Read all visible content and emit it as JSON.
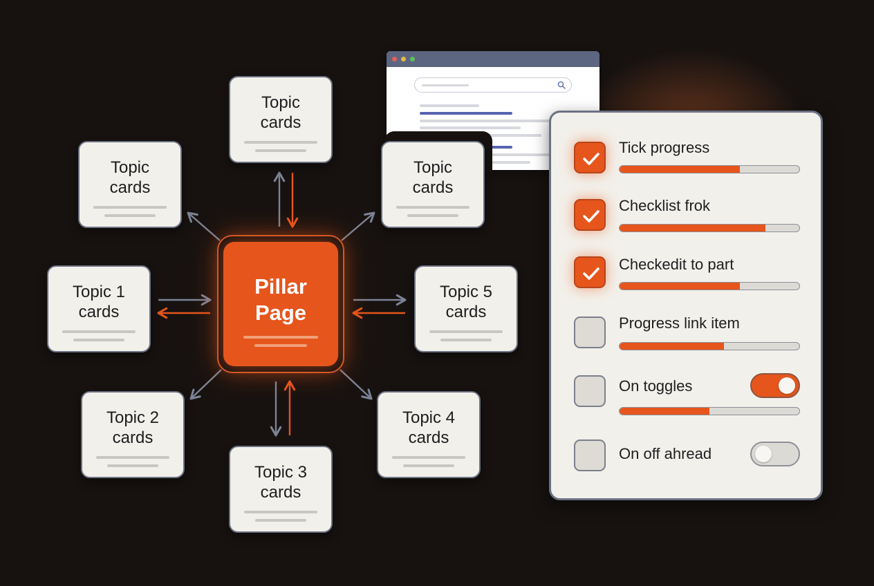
{
  "pillar": {
    "title": "Pillar\nPage"
  },
  "cards": [
    {
      "id": "top",
      "title": "Topic\ncards"
    },
    {
      "id": "top-left",
      "title": "Topic\ncards"
    },
    {
      "id": "top-right",
      "title": "Topic\ncards"
    },
    {
      "id": "topic-1",
      "title": "Topic 1\ncards"
    },
    {
      "id": "topic-5",
      "title": "Topic 5\ncards"
    },
    {
      "id": "topic-2",
      "title": "Topic 2\ncards"
    },
    {
      "id": "topic-4",
      "title": "Topic 4\ncards"
    },
    {
      "id": "topic-3",
      "title": "Topic 3\ncards"
    }
  ],
  "checklist": {
    "items": [
      {
        "label": "Tick progress",
        "checked": true,
        "progress": 0.67
      },
      {
        "label": "Checklist frok",
        "checked": true,
        "progress": 0.81
      },
      {
        "label": "Checkedit to part",
        "checked": true,
        "progress": 0.67
      },
      {
        "label": "Progress link item",
        "checked": false,
        "progress": 0.58
      },
      {
        "label": "On toggles",
        "checked": false,
        "progress": 0.5,
        "toggle": "on"
      },
      {
        "label": "On off ahread",
        "checked": false,
        "toggle": "off"
      }
    ]
  },
  "colors": {
    "accent": "#e6551c",
    "arrow_gray": "#7d8496",
    "arrow_orange": "#e6551c",
    "card_bg": "#f2f0ea",
    "border": "#6b7183",
    "background": "#171210"
  },
  "icons": {
    "check": "check-icon",
    "search": "search-icon"
  }
}
